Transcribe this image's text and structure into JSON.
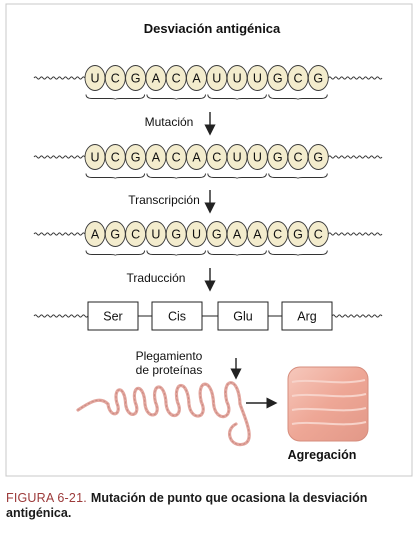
{
  "title": "Desviación antigénica",
  "rows": [
    {
      "bases": [
        "U",
        "C",
        "G",
        "A",
        "C",
        "A",
        "U",
        "U",
        "U",
        "G",
        "C",
        "G"
      ]
    },
    {
      "bases": [
        "U",
        "C",
        "G",
        "A",
        "C",
        "A",
        "C",
        "U",
        "U",
        "G",
        "C",
        "G"
      ]
    },
    {
      "bases": [
        "A",
        "G",
        "C",
        "U",
        "G",
        "U",
        "G",
        "A",
        "A",
        "C",
        "G",
        "C"
      ]
    }
  ],
  "steps": {
    "mutation": "Mutación",
    "transcription": "Transcripción",
    "translation": "Traducción",
    "folding_line1": "Plegamiento",
    "folding_line2": "de proteínas"
  },
  "amino_acids": [
    "Ser",
    "Cis",
    "Glu",
    "Arg"
  ],
  "aggregation_label": "Agregación",
  "caption": {
    "label": "FIGURA 6-21.",
    "text": "Mutación de punto que ocasiona la desviación antigénica."
  },
  "colors": {
    "bead_fill": "#f3eccd",
    "bead_stroke": "#3a3a3a",
    "box_fill": "#ffffff",
    "protein_pink": "#e9a7a0",
    "aggregate_pink": "#f0b4a6",
    "caption_label": "#9c3a3a"
  }
}
